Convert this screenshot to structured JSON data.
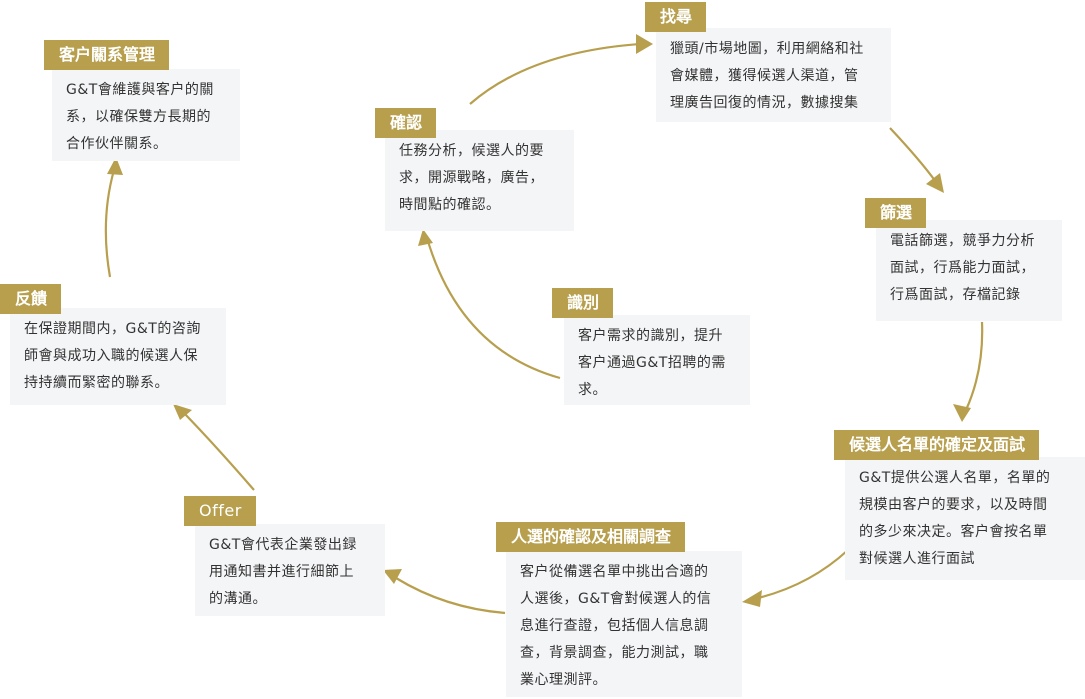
{
  "accent_color": "#b79f4e",
  "box_color": "#f4f5f7",
  "stages": {
    "search": {
      "title": "找尋",
      "lines": [
        "獵頭/市場地圖，利用網絡和社",
        "會媒體，獲得候選人渠道，管",
        "理廣告回復的情況，數據搜集"
      ]
    },
    "screening": {
      "title": "篩選",
      "lines": [
        "電話篩選，競爭力分析",
        "面試，行爲能力面試，",
        "行爲面試，存檔記錄"
      ]
    },
    "shortlist": {
      "title": "候選人名單的確定及面試",
      "lines": [
        "G&T提供公選人名單，名單的",
        "規模由客户的要求，以及時間",
        "的多少來决定。客户會按名單",
        "對候選人進行面試"
      ]
    },
    "selection": {
      "title": "人選的確認及相關調查",
      "lines": [
        "客户從備選名單中挑出合適的",
        "人選後，G&T會對候選人的信",
        "息進行查證，包括個人信息調",
        "查，背景調查，能力測試，職",
        "業心理測評。"
      ]
    },
    "offer": {
      "title": "Offer",
      "lines": [
        "G&T會代表企業發出録",
        "用通知書并進行細節上",
        "的溝通。"
      ]
    },
    "feedback": {
      "title": "反饋",
      "lines": [
        "在保證期間内，G&T的咨詢",
        "師會與成功入職的候選人保",
        "持持續而緊密的聯系。"
      ]
    },
    "relationship": {
      "title": "客户關系管理",
      "lines": [
        "G&T會維護與客户的關",
        "系，以確保雙方長期的",
        "合作伙伴關系。"
      ]
    },
    "identify": {
      "title": "識別",
      "lines": [
        "客户需求的識別，提升",
        "客户通過G&T招聘的需",
        "求。"
      ]
    },
    "confirm": {
      "title": "確認",
      "lines": [
        "任務分析，候選人的要",
        "求，開源戰略，廣告，",
        "時間點的確認。"
      ]
    }
  }
}
